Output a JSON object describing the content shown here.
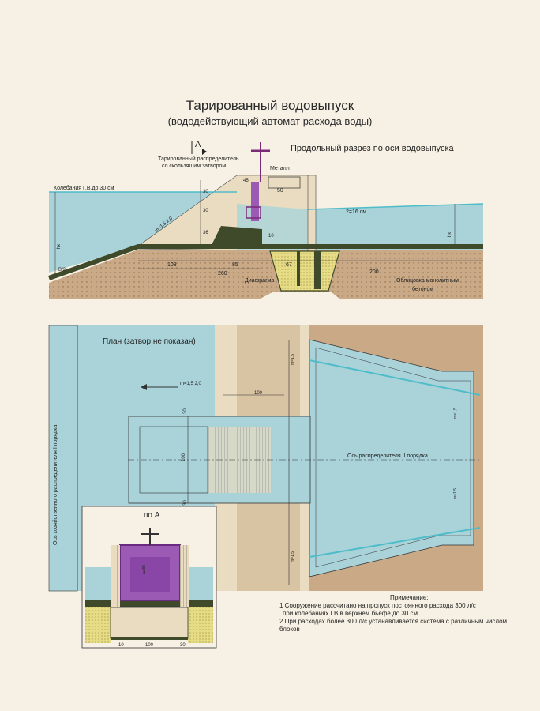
{
  "title": "Тарированный водовыпуск",
  "subtitle": "(вододействующий автомат расхода воды)",
  "section": {
    "label": "Продольный разрез по оси водовыпуска",
    "marker": "А",
    "distributor_label_line1": "Тарированный распределитель",
    "distributor_label_line2": "со скользящим затвором",
    "metal_label": "Металл",
    "water_fluctuation": "Колебания Г.В.до 30 см",
    "slope": "m=1,5 2,0",
    "b2": "B/2",
    "hk": "hк",
    "hk_right": "hк",
    "dim_108": "108",
    "dim_85": "85",
    "dim_260": "260",
    "dim_67": "67",
    "dim_200": "200",
    "dim_50": "50",
    "dim_30a": "30",
    "dim_30b": "30",
    "dim_36": "36",
    "dim_10": "10",
    "dim_45": "45",
    "dim_2_16": "2=16 см",
    "diaphragm": "Диафрагма",
    "lining_line1": "Облицовка монолитным",
    "lining_line2": "бетоном"
  },
  "plan": {
    "label": "План (затвор не показан)",
    "slope_left": "m=1,5 2,0",
    "axis_left": "Ось хозяйственного распределителя I порядка",
    "axis_right": "Ось распределителя II порядка",
    "dim_100_top": "100",
    "dim_100_mid": "100",
    "dim_30_top": "30",
    "dim_30_bot": "30",
    "m15_a": "m=1,5",
    "m15_b": "m=1,5",
    "m15_c": "m=1,5",
    "m15_d": "m=1,5"
  },
  "section_a": {
    "label": "по А",
    "dim_10": "10",
    "dim_100": "100",
    "dim_30": "30",
    "gate_text": "ш 88"
  },
  "notes": {
    "heading": "Примечание:",
    "line1": "1 Сооружение рассчитано на пропуск постоянного расхода 300 л/с",
    "line2": "при колебаниях ГВ в верхнем бьефе до 30 см",
    "line3": "2.При расходах более 300 л/с устанавливается система с различным числом",
    "line4": "блоков"
  },
  "colors": {
    "water": "#a9d3d9",
    "concrete": "#e9dcc0",
    "soil": "#c9a986",
    "earth_dark": "#3f4a2a",
    "sand": "#e7dc86",
    "gate": "#9b5bb5",
    "water_line": "#4fbcc9"
  }
}
